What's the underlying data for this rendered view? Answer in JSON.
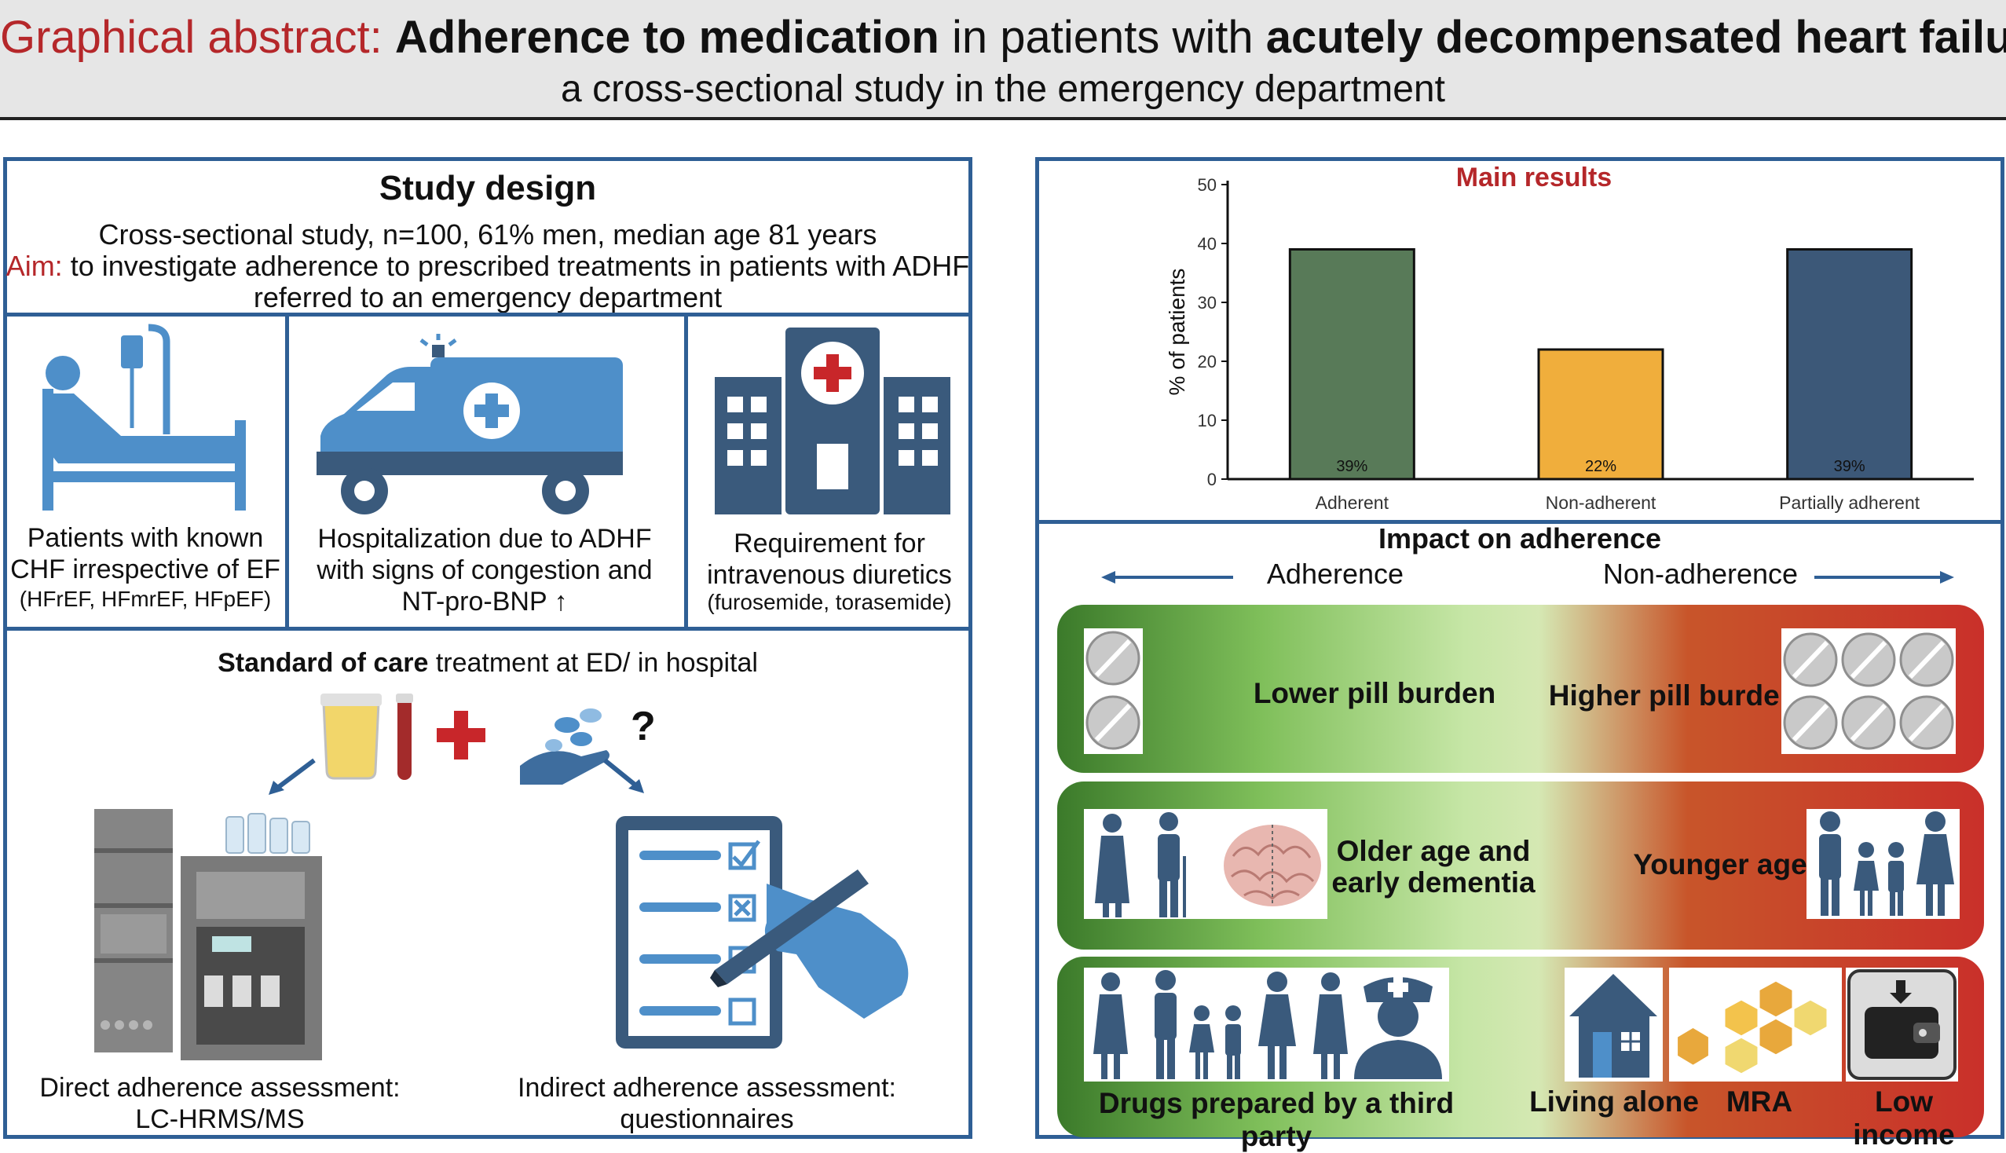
{
  "header": {
    "prefix": "Graphical abstract:",
    "part1": "Adherence to medication",
    "part2": " in patients with ",
    "part3": "acutely decompensated heart failure",
    "part4": ":",
    "subtitle": "a cross-sectional study in the emergency department"
  },
  "study_design": {
    "title": "Study design",
    "line1": "Cross-sectional study, n=100, 61% men, median age 81 years",
    "aim_label": "Aim:",
    "aim_text": " to investigate adherence to prescribed treatments in patients with ADHF",
    "aim_text2": "referred to an emergency department",
    "criteria": [
      {
        "line1": "Patients with known",
        "line2": "CHF irrespective of EF",
        "line3": "(HFrEF, HFmrEF, HFpEF)"
      },
      {
        "line1": "Hospitalization due to ADHF",
        "line2": "with signs of congestion and",
        "line3": "NT-pro-BNP ↑"
      },
      {
        "line1": "Requirement for",
        "line2": "intravenous diuretics",
        "line3": "(furosemide, torasemide)"
      }
    ],
    "standard_bold": "Standard of care",
    "standard_rest": " treatment at ED/ in hospital",
    "question_mark": "?",
    "direct_line1": "Direct adherence assessment:",
    "direct_line2": "LC-HRMS/MS",
    "indirect_line1": "Indirect adherence assessment:",
    "indirect_line2": "questionnaires"
  },
  "results": {
    "title": "Main results"
  },
  "chart_data": {
    "type": "bar",
    "title": "Main results",
    "ylabel": "% of patients",
    "xlabel": "",
    "categories": [
      "Adherent",
      "Non-adherent",
      "Partially adherent"
    ],
    "values": [
      39,
      22,
      39
    ],
    "data_labels": [
      "39%",
      "22%",
      "39%"
    ],
    "colors": [
      "#587a58",
      "#f0ae3c",
      "#3c5878"
    ],
    "ylim": [
      0,
      50
    ],
    "yticks": [
      0,
      10,
      20,
      30,
      40,
      50
    ],
    "grid": false
  },
  "impact": {
    "title": "Impact on adherence",
    "left_label": "Adherence",
    "right_label": "Non-adherence",
    "row1_left": "Lower pill burden",
    "row1_right": "Higher pill burden",
    "row2_left_1": "Older age and",
    "row2_left_2": "early dementia",
    "row2_right": "Younger age",
    "row3_left": "Drugs prepared by a third party",
    "row3_mid1": "Living alone",
    "row3_mid2": "MRA",
    "row3_right": "Low income"
  },
  "colors": {
    "accent_red": "#b5272a",
    "panel_blue": "#2f5f95",
    "icon_blue": "#4e8fc9",
    "icon_dark": "#3a5a7c"
  }
}
